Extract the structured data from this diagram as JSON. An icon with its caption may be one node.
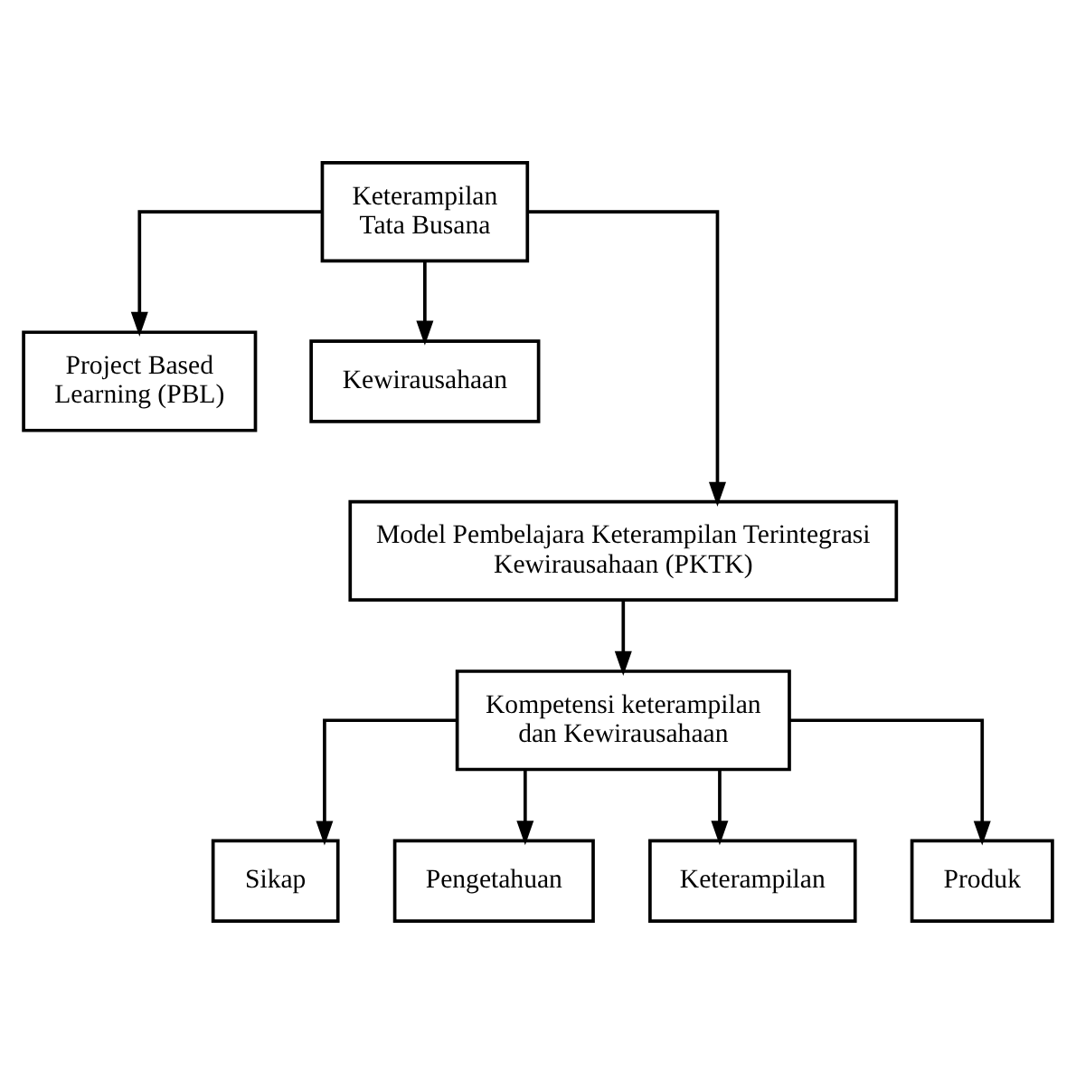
{
  "diagram": {
    "nodes": [
      {
        "text": [
          "Keterampilan Tata Busana"
        ]
      },
      {
        "text": [
          "Project Based Learning (PBL)"
        ]
      },
      {
        "text": [
          "Kewirausahaan"
        ]
      },
      {
        "text": [
          "Model Pembelajara Keterampilan Terintegrasi Kewirausahaan (PKTK)"
        ]
      },
      {
        "text": [
          "Kompetensi keterampilan dan Kewirausahaan"
        ]
      },
      {
        "text": [
          "Sikap"
        ]
      },
      {
        "text": [
          "Pengetahuan"
        ]
      },
      {
        "text": [
          "Keterampilan"
        ]
      },
      {
        "text": [
          "Produk"
        ]
      }
    ],
    "edges": [
      {
        "from": 0,
        "to": 1,
        "arrow": "to"
      },
      {
        "from": 0,
        "to": 3,
        "arrow": "to"
      },
      {
        "from": 0,
        "to": 2,
        "arrow": "to"
      },
      {
        "from": 3,
        "to": 4,
        "arrow": "to"
      },
      {
        "from": 4,
        "to": 5,
        "arrow": "to"
      },
      {
        "from": 4,
        "to": 6,
        "arrow": "to"
      },
      {
        "from": 4,
        "to": 7,
        "arrow": "to"
      },
      {
        "from": 4,
        "to": 8,
        "arrow": "to"
      }
    ]
  }
}
